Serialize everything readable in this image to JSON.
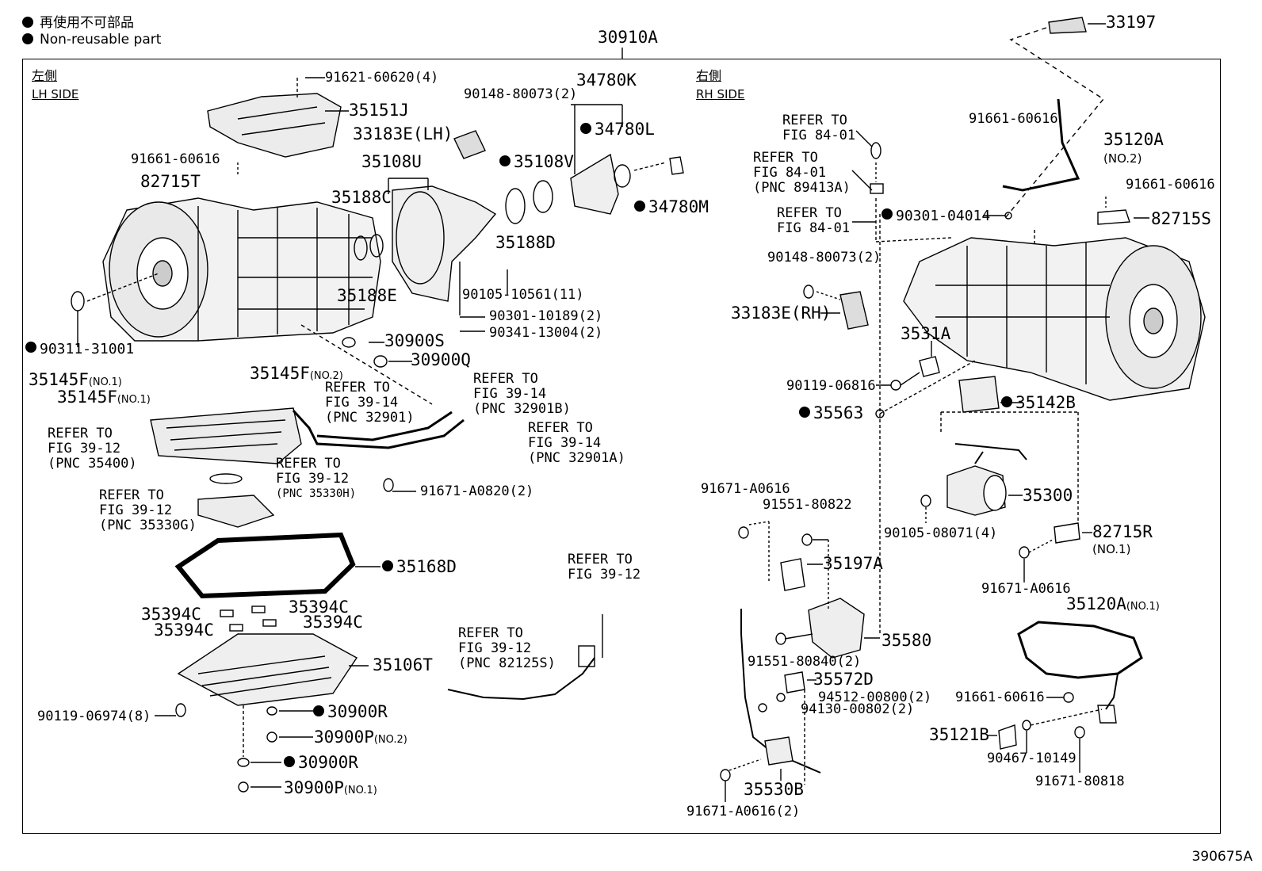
{
  "legend": {
    "jp": "再使用不可部品",
    "en": "Non-reusable part"
  },
  "main_part": "30910A",
  "doc_id": "390675A",
  "lh_side": {
    "jp": "左側",
    "en": "LH SIDE"
  },
  "rh_side": {
    "jp": "右側",
    "en": "RH SIDE"
  },
  "labels": {
    "p33197": "33197",
    "p91621": "91621-60620(4)",
    "p35151J": "35151J",
    "p90148lh": "90148-80073(2)",
    "p34780K": "34780K",
    "p33183Elh": "33183E(LH)",
    "p34780L": "34780L",
    "p91661lh": "91661-60616",
    "p35108U": "35108U",
    "p35108V": "35108V",
    "p82715T": "82715T",
    "p35188C": "35188C",
    "p34780M": "34780M",
    "p35188D": "35188D",
    "p35188E": "35188E",
    "p90105a": "90105-10561(11)",
    "p90301a": "90301-10189(2)",
    "p90341": "90341-13004(2)",
    "p30900S": "30900S",
    "p90311": "90311-31001",
    "p30900Q": "30900Q",
    "p35145F1": "35145F",
    "p35145F1s": "(NO.1)",
    "p35145F2": "35145F",
    "p35145F2s": "(NO.2)",
    "p35145F3": "35145F",
    "p35145F3s": "(NO.1)",
    "r3914a1": "REFER TO",
    "r3914a2": "FIG 39-14",
    "r3914a3": "(PNC 32901)",
    "r3914b1": "REFER TO",
    "r3914b2": "FIG 39-14",
    "r3914b3": "(PNC 32901B)",
    "r3912a1": "REFER TO",
    "r3912a2": "FIG 39-12",
    "r3912a3": "(PNC 35400)",
    "r3914c1": "REFER TO",
    "r3914c2": "FIG 39-14",
    "r3914c3": "(PNC 32901A)",
    "r3912b1": "REFER TO",
    "r3912b2": "FIG 39-12",
    "r3912b3": "(PNC 35330H)",
    "r3912c1": "REFER TO",
    "r3912c2": "FIG 39-12",
    "r3912c3": "(PNC 35330G)",
    "p91671a": "91671-A0820(2)",
    "p35168D": "35168D",
    "r3912d1": "REFER TO",
    "r3912d2": "FIG 39-12",
    "p35394Ca": "35394C",
    "p35394Cb": "35394C",
    "p35394Cc": "35394C",
    "p35394Cd": "35394C",
    "r3912e1": "REFER TO",
    "r3912e2": "FIG 39-12",
    "r3912e3": "(PNC 82125S)",
    "p35106T": "35106T",
    "p90119a": "90119-06974(8)",
    "p30900R1": "30900R",
    "p30900P2": "30900P",
    "p30900P2s": "(NO.2)",
    "p30900R2": "30900R",
    "p30900P1": "30900P",
    "p30900P1s": "(NO.1)",
    "r8401a1": "REFER TO",
    "r8401a2": "FIG 84-01",
    "r8401b1": "REFER TO",
    "r8401b2": "FIG 84-01",
    "r8401b3": "(PNC 89413A)",
    "r8401c1": "REFER TO",
    "r8401c2": "FIG 84-01",
    "p91661rh": "91661-60616",
    "p35120A2": "35120A",
    "p35120A2s": "(NO.2)",
    "p91661rh2": "91661-60616",
    "p90301b": "90301-04014",
    "p82715S": "82715S",
    "p90148rh": "90148-80073(2)",
    "p33183Erh": "33183E(RH)",
    "p3531A": "3531A",
    "p90119b": "90119-06816",
    "p35563": "35563",
    "p35142B": "35142B",
    "p35300": "35300",
    "p90105b": "90105-08071(4)",
    "p91671rh1": "91671-A0616",
    "p91551a": "91551-80822",
    "p35197A": "35197A",
    "p82715R": "82715R",
    "p82715Rs": "(NO.1)",
    "p91671rh2": "91671-A0616",
    "p35120A1": "35120A",
    "p35120A1s": "(NO.1)",
    "p35580": "35580",
    "p91551b": "91551-80840(2)",
    "p35572D": "35572D",
    "p94512": "94512-00800(2)",
    "p94130": "94130-00802(2)",
    "p91661rh3": "91661-60616",
    "p35121B": "35121B",
    "p90467": "90467-10149",
    "p91671rh3": "91671-80818",
    "p35530B": "35530B",
    "p91671rh4": "91671-A0616(2)"
  }
}
